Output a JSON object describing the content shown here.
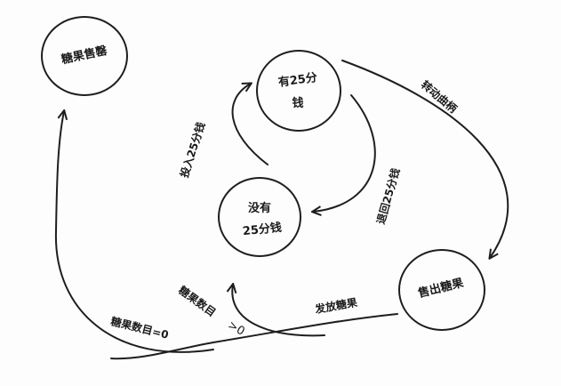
{
  "diagram": {
    "type": "state-diagram",
    "colors": {
      "stroke": "#1e1e1e",
      "text": "#1a1a1a",
      "background": "#fdfdfd"
    },
    "states": [
      {
        "id": "sold_out",
        "label": "糖果售罄"
      },
      {
        "id": "has_quarter",
        "line1": "有25分",
        "line2": "钱"
      },
      {
        "id": "no_quarter",
        "line1": "没有",
        "line2": "25分钱"
      },
      {
        "id": "sold",
        "label": "售出糖果"
      }
    ],
    "transitions": [
      {
        "from": "no_quarter",
        "to": "has_quarter",
        "label": "投入25分钱"
      },
      {
        "from": "has_quarter",
        "to": "no_quarter",
        "label": "退回25分钱"
      },
      {
        "from": "has_quarter",
        "to": "sold",
        "label": "转动曲柄"
      },
      {
        "from": "sold",
        "to": "no_quarter",
        "label": "发放糖果"
      },
      {
        "from": "sold",
        "to": "no_quarter",
        "condition": "糖果数目>0",
        "cond_text": "糖果数目",
        "cond_op": ">0"
      },
      {
        "from": "sold",
        "to": "sold_out",
        "condition": "糖果数目=0"
      }
    ]
  }
}
